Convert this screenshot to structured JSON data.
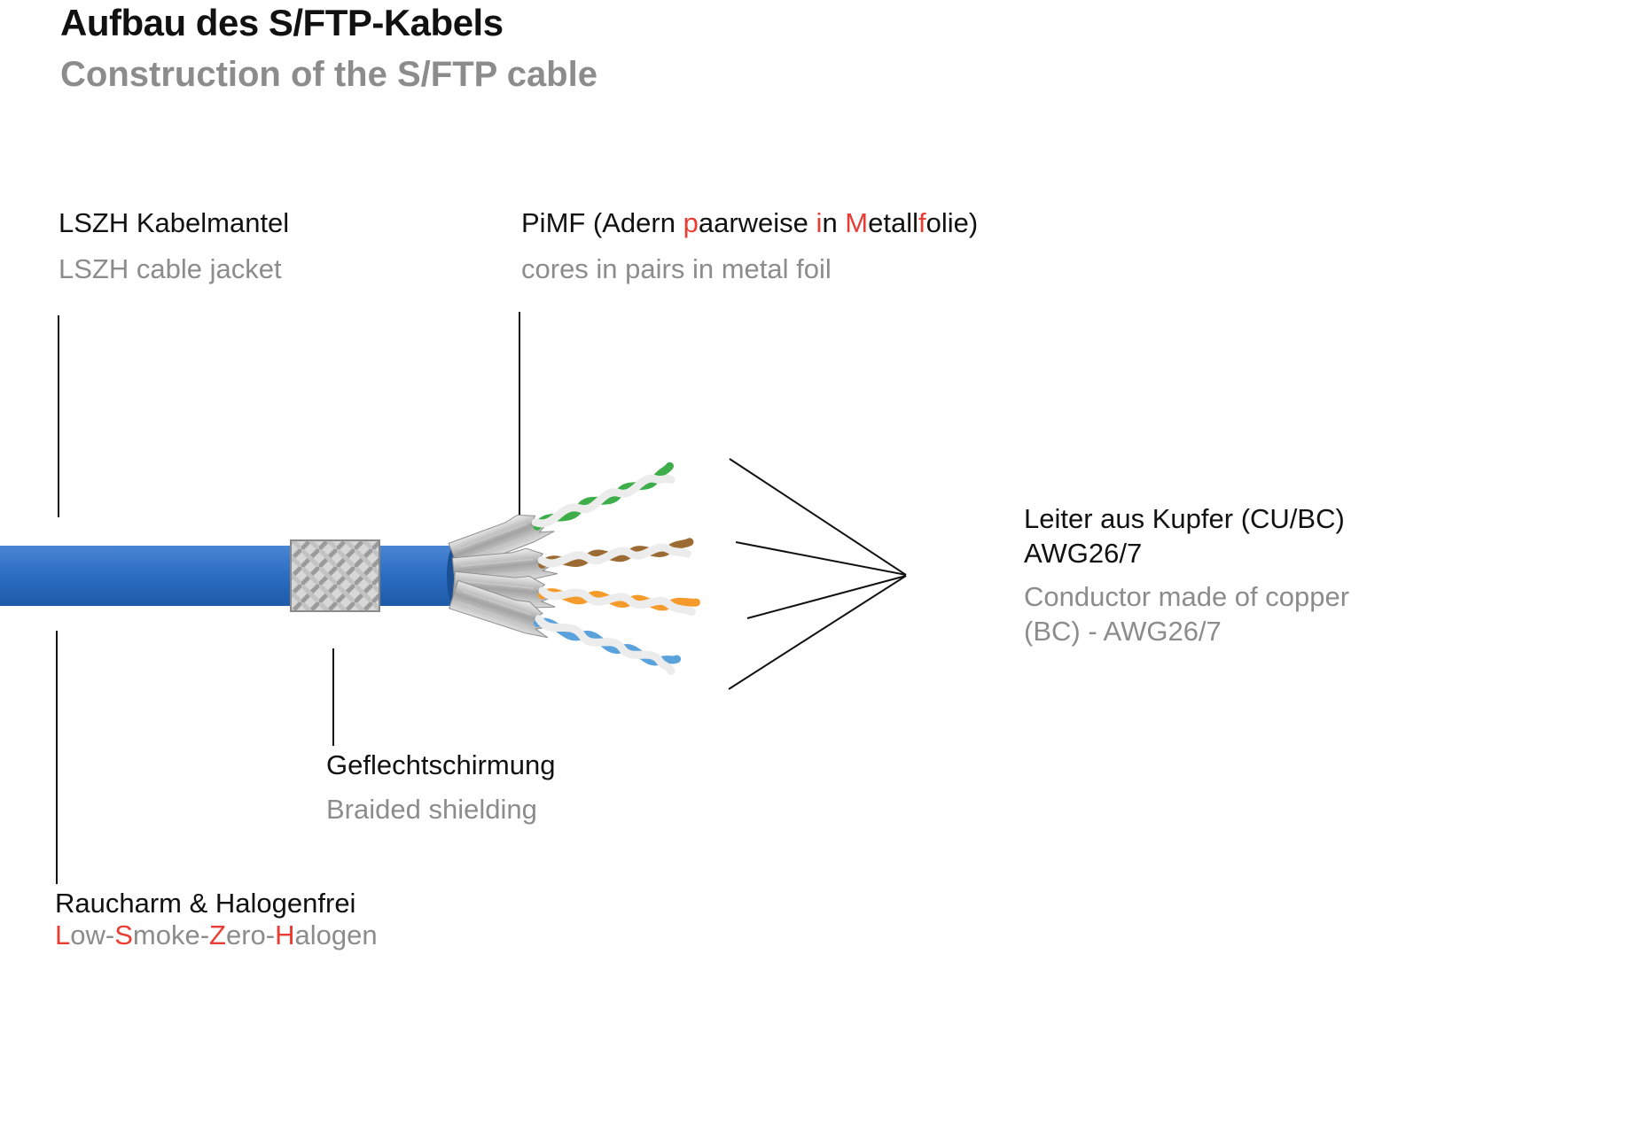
{
  "title": {
    "de": "Aufbau des S/FTP-Kabels",
    "en": "Construction of the S/FTP cable"
  },
  "labels": {
    "jacket": {
      "de": "LSZH Kabelmantel",
      "en": "LSZH cable jacket"
    },
    "pimf": {
      "de_segments": [
        "PiMF (Adern ",
        "p",
        "aarweise ",
        "i",
        "n ",
        "M",
        "etall",
        "f",
        "olie)"
      ],
      "en": "cores in pairs in metal foil"
    },
    "conductor": {
      "de_line1": "Leiter aus Kupfer (CU/BC)",
      "de_line2": "AWG26/7",
      "en": "Conductor made of copper (BC) - AWG26/7"
    },
    "braid": {
      "de": "Geflechtschirmung",
      "en": "Braided shielding"
    },
    "lszh": {
      "de": "Raucharm & Halogenfrei",
      "en_segments": [
        "L",
        "ow-",
        "S",
        "moke-",
        "Z",
        "ero-",
        "H",
        "alogen"
      ]
    }
  },
  "colors": {
    "accent_red": "#e93c32",
    "text_gray": "#8c8c8c",
    "cable_blue": "#2e6fc4",
    "cable_blue_dark": "#1d5aa8",
    "braid_silver": "#d7d7d7",
    "wire_green": "#3dae49",
    "wire_brown": "#9c6b33",
    "wire_orange": "#f49b2c",
    "wire_blue": "#5aa2dc"
  }
}
